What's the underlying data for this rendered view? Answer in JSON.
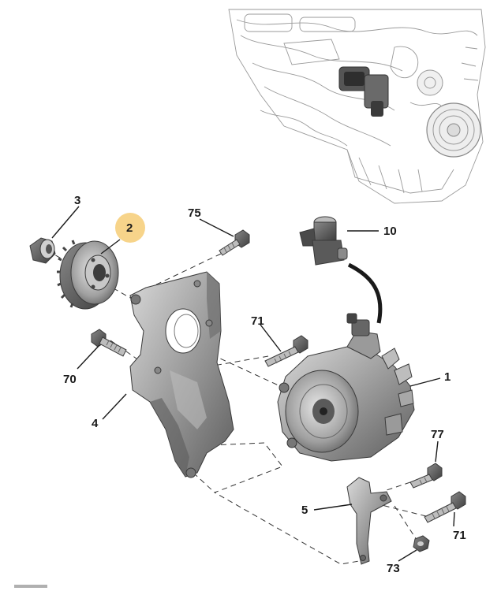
{
  "highlight_color": "#f7d48a",
  "part_labels": {
    "p1": "1",
    "p2": "2",
    "p3": "3",
    "p4": "4",
    "p5": "5",
    "p10": "10",
    "p70": "70",
    "p71a": "71",
    "p71b": "71",
    "p73": "73",
    "p75": "75",
    "p77": "77"
  }
}
